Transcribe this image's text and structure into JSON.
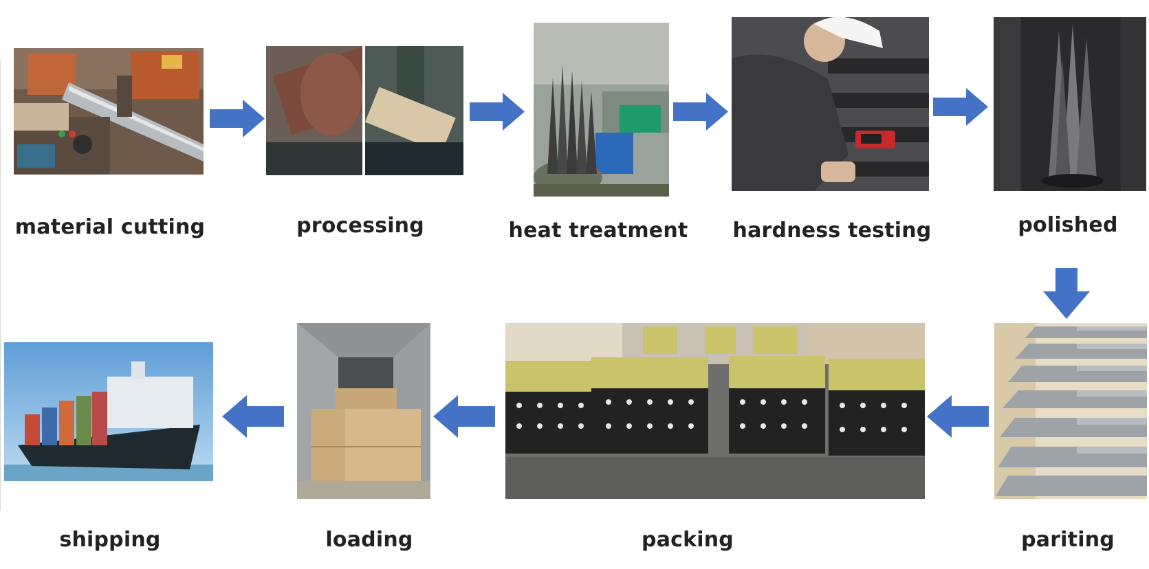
{
  "colors": {
    "arrow": "#4472C4",
    "label": "#222222",
    "background": "#ffffff"
  },
  "steps": [
    {
      "label": "material cutting",
      "image": "saw-cutting-machine-photo"
    },
    {
      "label": "processing",
      "image": "lathe-machining-photo"
    },
    {
      "label": "heat treatment",
      "image": "heat-treatment-furnace-photo"
    },
    {
      "label": "hardness testing",
      "image": "worker-hardness-tester-photo"
    },
    {
      "label": "polished",
      "image": "polished-chisels-photo"
    },
    {
      "label": "pariting",
      "image": "painted-chisels-photo"
    },
    {
      "label": "packing",
      "image": "packed-chisels-warehouse-photo"
    },
    {
      "label": "loading",
      "image": "container-loading-photo"
    },
    {
      "label": "shipping",
      "image": "cargo-ship-photo"
    }
  ],
  "arrows": [
    "arrow-right-icon",
    "arrow-right-icon",
    "arrow-right-icon",
    "arrow-right-icon",
    "arrow-down-icon",
    "arrow-left-icon",
    "arrow-left-icon",
    "arrow-left-icon"
  ]
}
